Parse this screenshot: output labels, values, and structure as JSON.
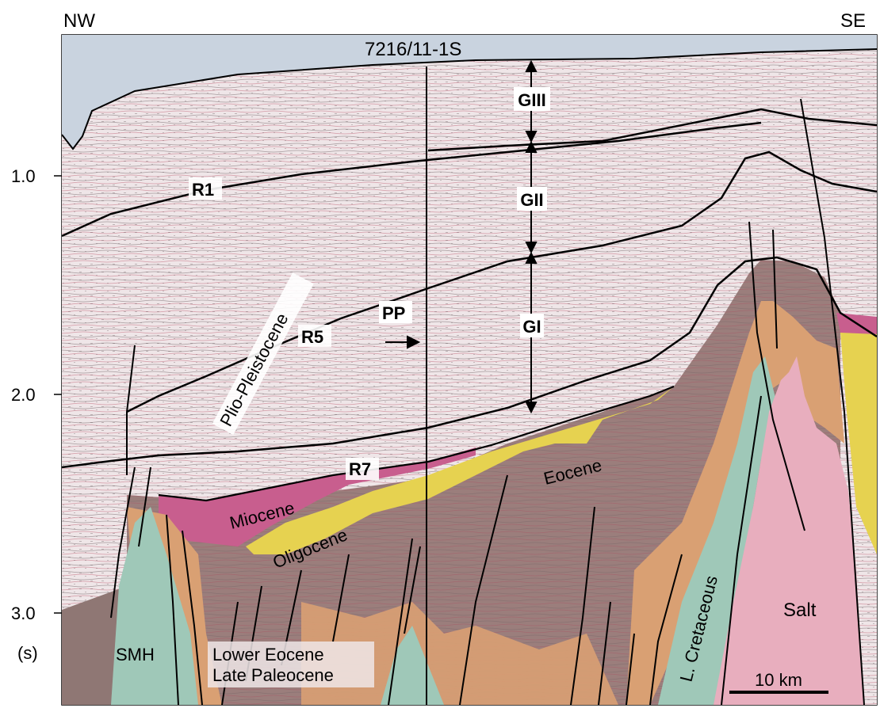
{
  "figure": {
    "orientation_left": "NW",
    "orientation_right": "SE",
    "well_name": "7216/11-1S",
    "time_axis": {
      "ticks": [
        "1.0",
        "2.0",
        "3.0"
      ],
      "unit": "(s)"
    },
    "horizons": [
      "R1",
      "R5",
      "R7"
    ],
    "sequences": [
      "GIII",
      "GII",
      "GI"
    ],
    "marker": "PP",
    "units": {
      "plio": "Plio-Pleistocene",
      "miocene": "Miocene",
      "oligocene": "Oligocene",
      "eocene": "Eocene",
      "lower_eocene_1": "Lower Eocene",
      "lower_eocene_2": "Late Paleocene",
      "cretaceous": "L. Cretaceous",
      "salt": "Salt",
      "smh": "SMH"
    },
    "scale_bar": "10 km",
    "colors": {
      "water": "#c9d3df",
      "seismic": "#efe6e8",
      "miocene": "#c85e8e",
      "oligocene": "#e6d250",
      "eocene": "#9b7e7c",
      "paleocene": "#d9a073",
      "cretaceous": "#9fc8b8",
      "salt": "#e8aebe",
      "deep": "#8f7774"
    }
  }
}
